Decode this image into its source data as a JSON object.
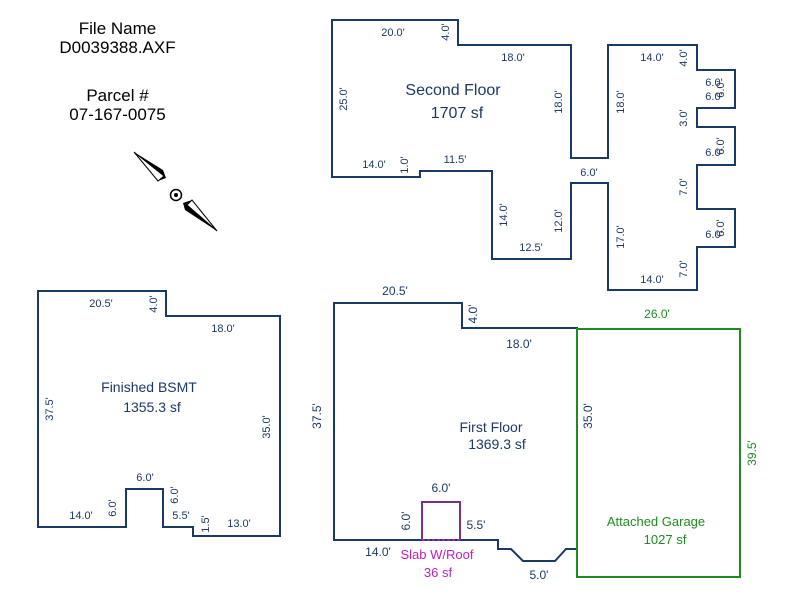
{
  "header": {
    "file_name_label": "File Name",
    "file_name_value": "D0039388.AXF",
    "parcel_label": "Parcel #",
    "parcel_value": "07-167-0075"
  },
  "colors": {
    "house": "#1a3a66",
    "garage": "#1f8c1f",
    "slab": "#c020c0",
    "slab_outline": "#7a2f8c"
  },
  "second_floor": {
    "name": "Second Floor",
    "area": "1707 sf",
    "dims": [
      "20.0'",
      "4.0'",
      "18.0'",
      "25.0'",
      "18.0'",
      "18.0'",
      "14.0'",
      "4.0'",
      "6.0'",
      "6.0'",
      "6.0'",
      "3.0'",
      "6.0'",
      "6.0'",
      "7.0'",
      "6.0'",
      "6.0'",
      "7.0'",
      "14.0'",
      "17.0'",
      "6.0'",
      "12.0'",
      "12.5'",
      "14.0'",
      "11.5'",
      "14.0'",
      "1.0'"
    ]
  },
  "finished_bsmt": {
    "name": "Finished BSMT",
    "area": "1355.3 sf",
    "dims": [
      "20.5'",
      "4.0'",
      "18.0'",
      "37.5'",
      "35.0'",
      "14.0'",
      "6.0'",
      "6.0'",
      "6.0'",
      "5.5'",
      "1.5'",
      "13.0'"
    ]
  },
  "first_floor": {
    "name": "First Floor",
    "area": "1369.3 sf",
    "dims": [
      "20.5'",
      "4.0'",
      "18.0'",
      "37.5'",
      "35.0'",
      "6.0'",
      "6.0'",
      "5.5'",
      "14.0'",
      "5.0'"
    ]
  },
  "garage": {
    "name": "Attached Garage",
    "area": "1027 sf",
    "dims": [
      "26.0'",
      "39.5'"
    ]
  },
  "slab": {
    "name": "Slab W/Roof",
    "area": "36 sf"
  }
}
